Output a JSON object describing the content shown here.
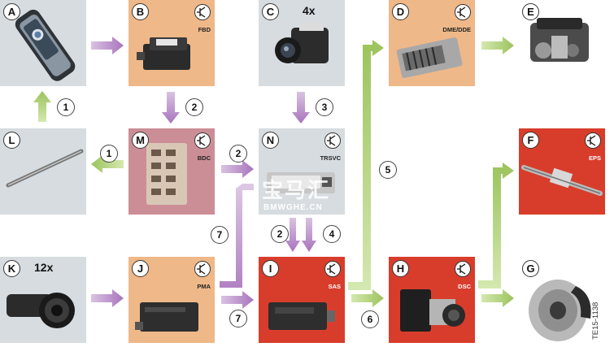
{
  "boxes": {
    "A": {
      "letter": "A",
      "module": "",
      "count": ""
    },
    "B": {
      "letter": "B",
      "module": "FBD",
      "count": ""
    },
    "C": {
      "letter": "C",
      "module": "",
      "count": "4x"
    },
    "D": {
      "letter": "D",
      "module": "DME/DDE",
      "count": ""
    },
    "E": {
      "letter": "E",
      "module": "",
      "count": ""
    },
    "F": {
      "letter": "F",
      "module": "EPS",
      "count": ""
    },
    "G": {
      "letter": "G",
      "module": "",
      "count": ""
    },
    "H": {
      "letter": "H",
      "module": "DSC",
      "count": ""
    },
    "I": {
      "letter": "I",
      "module": "SAS",
      "count": ""
    },
    "J": {
      "letter": "J",
      "module": "PMA",
      "count": ""
    },
    "K": {
      "letter": "K",
      "module": "",
      "count": "12x"
    },
    "L": {
      "letter": "L",
      "module": "",
      "count": ""
    },
    "M": {
      "letter": "M",
      "module": "BDC",
      "count": ""
    },
    "N": {
      "letter": "N",
      "module": "TRSVC",
      "count": ""
    }
  },
  "numbers": {
    "n1a": "1",
    "n1b": "1",
    "n2a": "2",
    "n2b": "2",
    "n2c": "2",
    "n3": "3",
    "n4": "4",
    "n5": "5",
    "n6": "6",
    "n7a": "7",
    "n7b": "7"
  },
  "watermark": {
    "logo": "宝马汇",
    "site": "BMWGHE.CN"
  },
  "figure_id": "TE15-1138",
  "colors": {
    "green": "#a9cc6b",
    "purple": "#b184c2",
    "gray": "#d6dce0",
    "orange": "#efb888",
    "pink": "#cc8e96",
    "red": "#d83d2c"
  },
  "icons": [
    "transistor-icon",
    "key-fob-image",
    "control-unit-image",
    "camera-image",
    "engine-image",
    "steering-rack-image",
    "brake-disc-image",
    "dsc-unit-image",
    "sensor-image",
    "antenna-rod-image"
  ]
}
